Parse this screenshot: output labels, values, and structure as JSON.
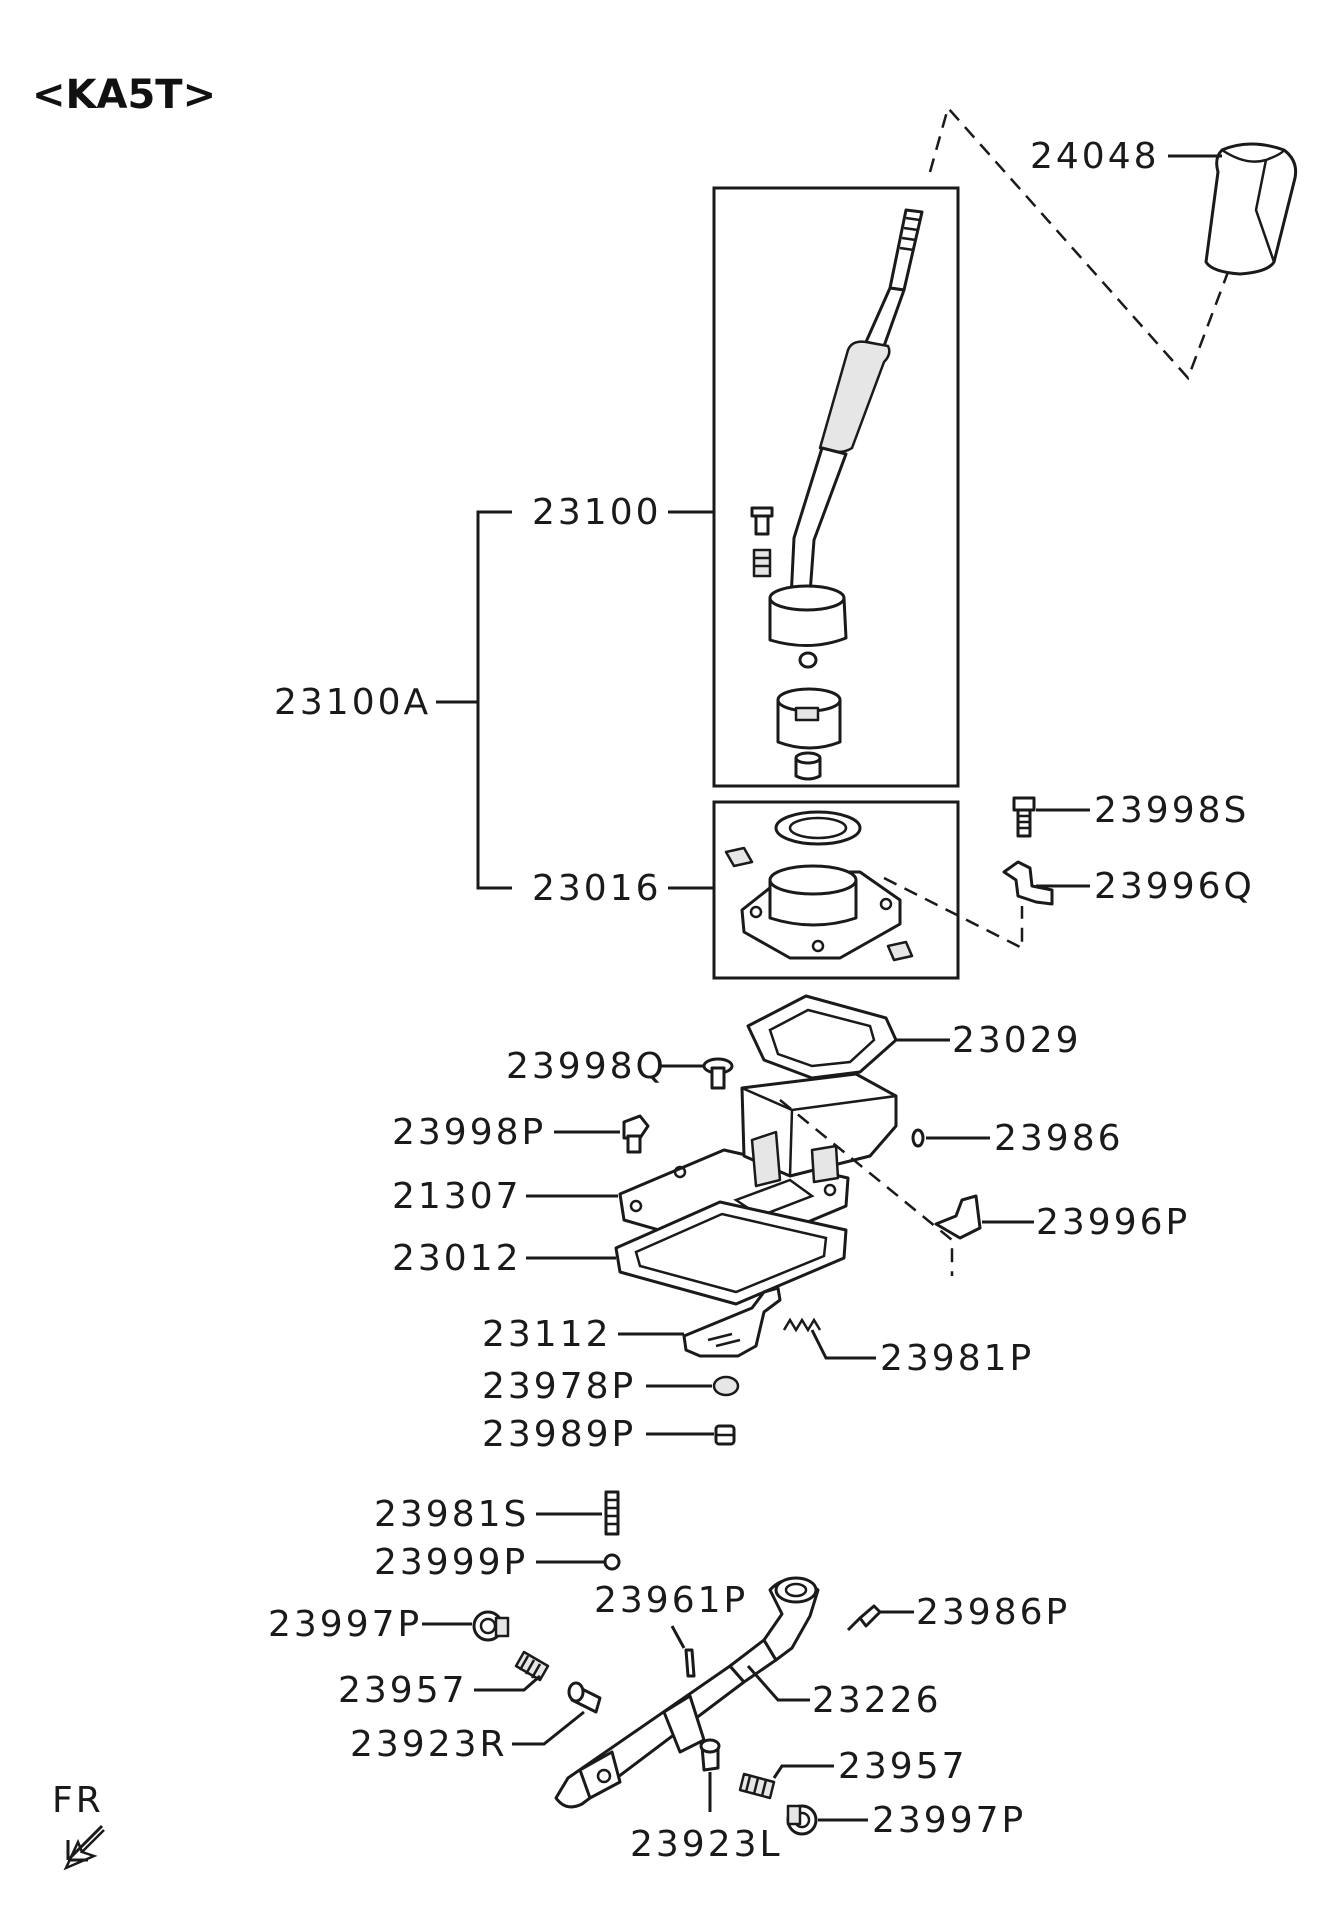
{
  "title": "<KA5T>",
  "direction_label": "FR",
  "parts": {
    "p24048": "24048",
    "p23100": "23100",
    "p23100A": "23100A",
    "p23016": "23016",
    "p23998S": "23998S",
    "p23996Q": "23996Q",
    "p23029": "23029",
    "p23998Q": "23998Q",
    "p23998P": "23998P",
    "p23986": "23986",
    "p21307": "21307",
    "p23996P": "23996P",
    "p23012": "23012",
    "p23112": "23112",
    "p23981P": "23981P",
    "p23978P": "23978P",
    "p23989P": "23989P",
    "p23981S": "23981S",
    "p23999P": "23999P",
    "p23961P": "23961P",
    "p23986P": "23986P",
    "p23997P_left": "23997P",
    "p23957_left": "23957",
    "p23226": "23226",
    "p23923R": "23923R",
    "p23957_right": "23957",
    "p23997P_right": "23997P",
    "p23923L": "23923L"
  }
}
